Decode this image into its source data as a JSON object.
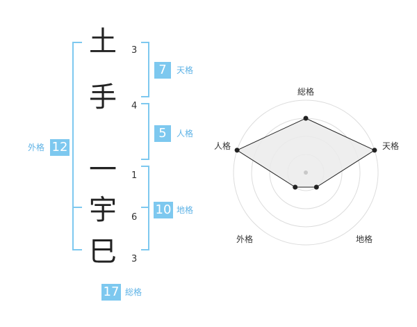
{
  "name_chars": [
    {
      "char": "土",
      "strokes": "3"
    },
    {
      "char": "手",
      "strokes": "4"
    },
    {
      "char": "一",
      "strokes": "1"
    },
    {
      "char": "宇",
      "strokes": "6"
    },
    {
      "char": "巳",
      "strokes": "3"
    }
  ],
  "fortunes": {
    "tenkaku": {
      "label": "天格",
      "value": "7"
    },
    "jinkaku": {
      "label": "人格",
      "value": "5"
    },
    "chikaku": {
      "label": "地格",
      "value": "10"
    },
    "gaikaku": {
      "label": "外格",
      "value": "12"
    },
    "soukaku": {
      "label": "総格",
      "value": "17"
    }
  },
  "radar": {
    "axes": [
      "総格",
      "天格",
      "地格",
      "外格",
      "人格"
    ],
    "levels": [
      1,
      2,
      3,
      4
    ],
    "values": [
      3,
      4,
      1,
      1,
      4
    ]
  },
  "colors": {
    "accent": "#7dc8ef",
    "accent_text": "#5fb3e6",
    "radar_fill": "#ebebeb"
  }
}
